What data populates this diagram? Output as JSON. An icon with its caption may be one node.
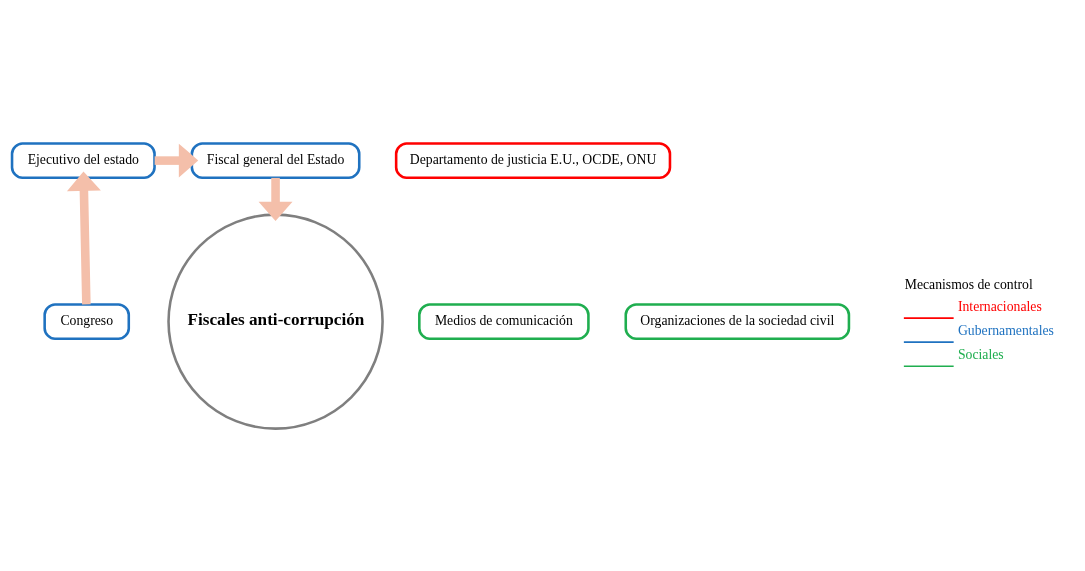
{
  "diagram": {
    "nodes": [
      {
        "text": [
          "Ejecutivo del estado"
        ]
      },
      {
        "text": [
          "Fiscal general del Estado"
        ]
      },
      {
        "text": [
          "Departamento de justicia E.U., OCDE, ONU"
        ]
      },
      {
        "text": [
          "Congreso"
        ]
      },
      {
        "text": [
          "Medios de comunicación"
        ]
      },
      {
        "text": [
          "Fiscales anti-corrupción"
        ]
      },
      {
        "text": [
          "Organizaciones de la sociedad civil"
        ]
      }
    ],
    "edges": [
      {
        "from": 3,
        "to": 0,
        "arrow": "to"
      },
      {
        "from": 0,
        "to": 1,
        "arrow": "to"
      },
      {
        "from": 1,
        "to": 5,
        "arrow": "to"
      }
    ],
    "labels": [
      "Mecanismos de control"
    ],
    "legend": [
      {
        "text": "Internacionales",
        "color": "#ff0000"
      },
      {
        "text": "Gubernamentales",
        "color": "#1f72c0"
      },
      {
        "text": "Sociales",
        "color": "#1fae4f"
      }
    ]
  }
}
